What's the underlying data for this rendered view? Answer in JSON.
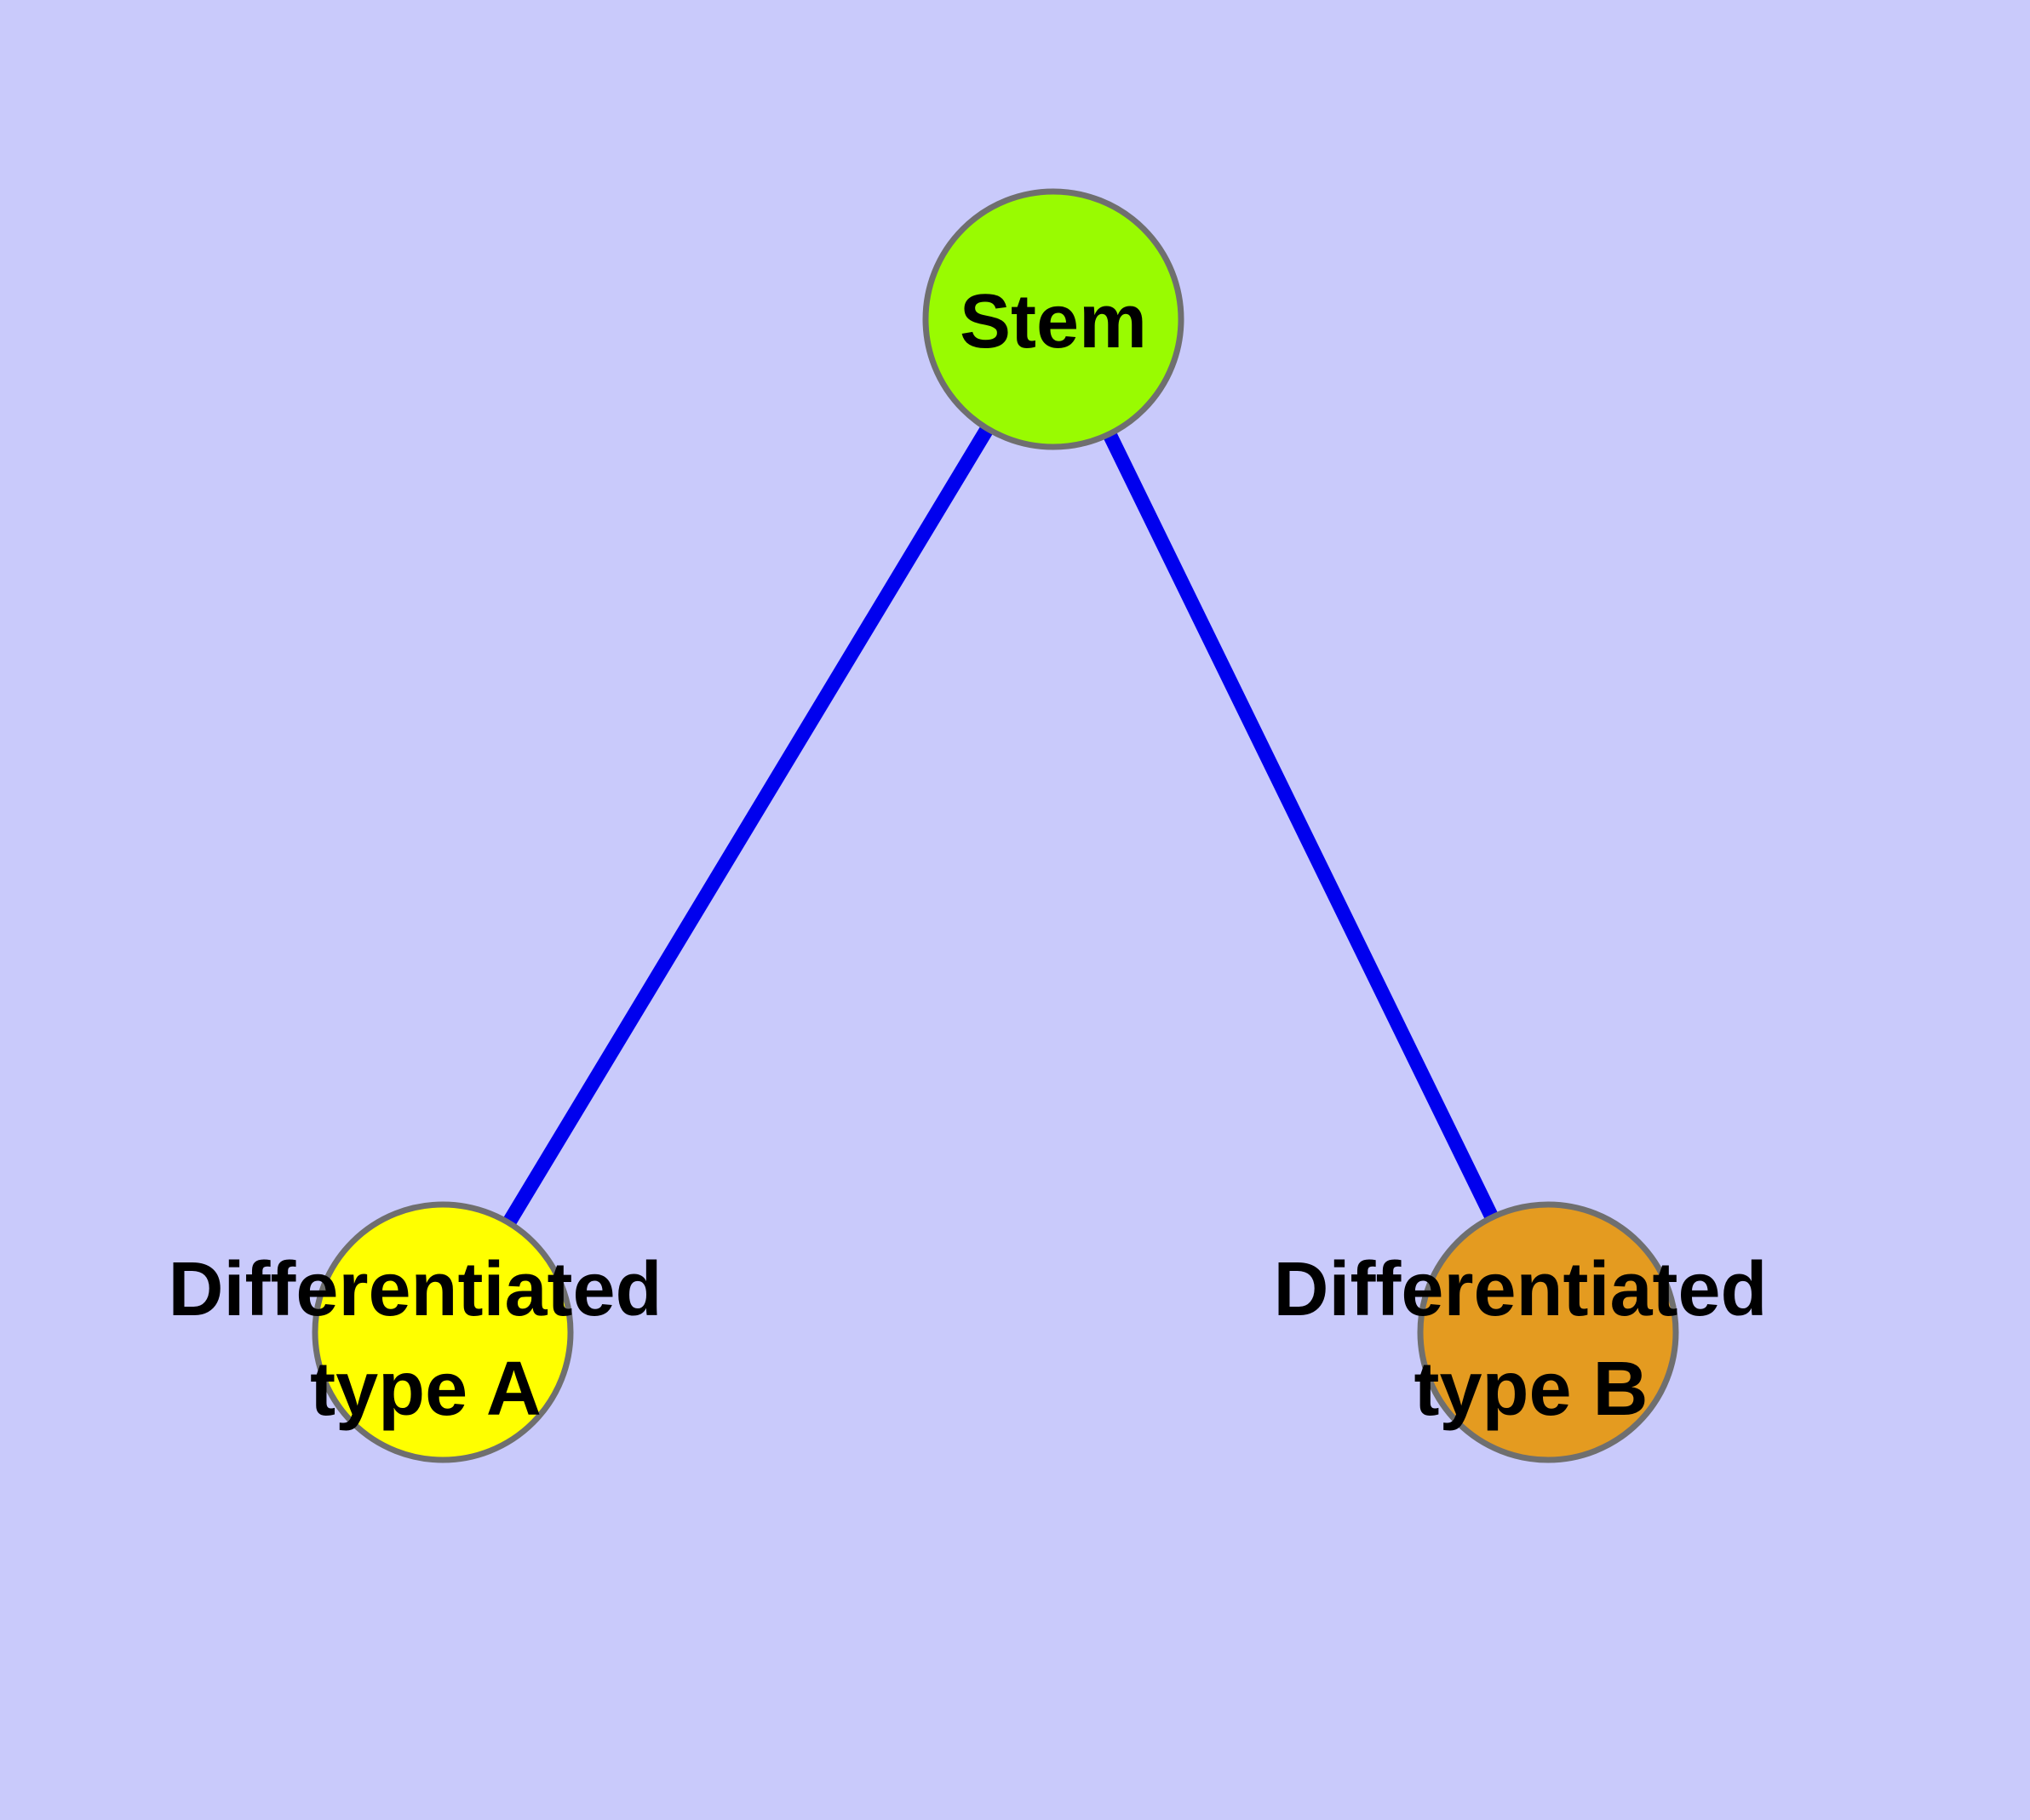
{
  "diagram": {
    "background_color": "#C9CAFB",
    "edge_color": "#0000EE",
    "node_border_color": "#6F6F6F",
    "label_text_color": "#000000",
    "nodes": {
      "stem": {
        "label": "Stem",
        "fill": "#99FB01"
      },
      "type_a": {
        "label_line1": "Differentiated",
        "label_line2": "type A",
        "fill": "#FFFF00"
      },
      "type_b": {
        "label_line1": "Differentiated",
        "label_line2": "type B",
        "fill": "#E49B20"
      }
    },
    "edges": [
      {
        "from": "Stem",
        "to": "Differentiated type A"
      },
      {
        "from": "Stem",
        "to": "Differentiated type B"
      }
    ]
  }
}
